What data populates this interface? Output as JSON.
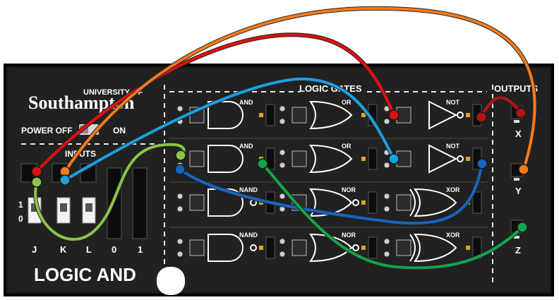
{
  "branding": {
    "university_line": "UNIVERSITY OF",
    "name_line": "Southampton"
  },
  "power": {
    "off_label": "POWER OFF",
    "on_label": "ON"
  },
  "sections": {
    "inputs_title": "INPUTS",
    "gates_title": "LOGIC GATES",
    "outputs_title": "OUTPUTS"
  },
  "inputs": {
    "level_high": "1",
    "level_low": "0",
    "labels": [
      "J",
      "K",
      "L"
    ],
    "constants": [
      "0",
      "1"
    ]
  },
  "gates": [
    {
      "label": "AND"
    },
    {
      "label": "OR"
    },
    {
      "label": "NOT"
    },
    {
      "label": "AND"
    },
    {
      "label": "OR"
    },
    {
      "label": "NOT"
    },
    {
      "label": "NAND"
    },
    {
      "label": "NOR"
    },
    {
      "label": "XOR"
    },
    {
      "label": "NAND"
    },
    {
      "label": "NOR"
    },
    {
      "label": "XOR"
    }
  ],
  "outputs": {
    "labels": [
      "X",
      "Y",
      "Z"
    ]
  },
  "footer": {
    "title": "LOGIC AND"
  },
  "wires": [
    {
      "name": "red-wire",
      "color": "#e01010"
    },
    {
      "name": "orange-wire",
      "color": "#f47a1e"
    },
    {
      "name": "blue-wire",
      "color": "#19a0e2"
    },
    {
      "name": "light-green-wire",
      "color": "#8bc34a"
    },
    {
      "name": "dark-blue-wire",
      "color": "#1565c0"
    },
    {
      "name": "green-wire",
      "color": "#12a54a"
    },
    {
      "name": "dark-red-wire",
      "color": "#b3121c"
    }
  ]
}
